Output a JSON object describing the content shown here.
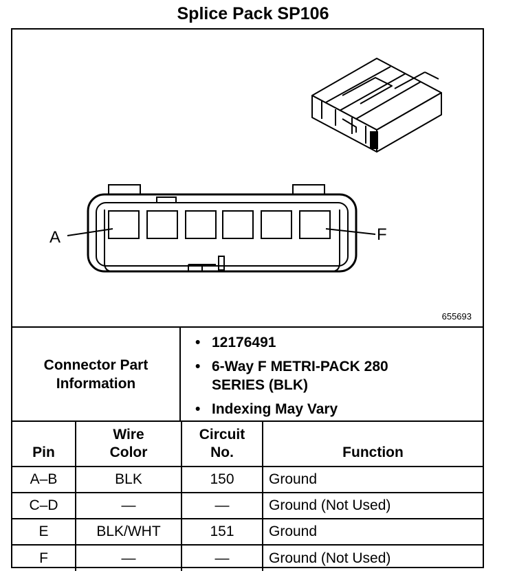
{
  "title": "Splice Pack SP106",
  "figure_id": "655693",
  "connector_labels": {
    "left": "A",
    "right": "F"
  },
  "connector_info": {
    "label_line1": "Connector Part",
    "label_line2": "Information",
    "items": [
      {
        "line1": "12176491",
        "line2": ""
      },
      {
        "line1": "6-Way F METRI-PACK 280",
        "line2": "SERIES (BLK)"
      },
      {
        "line1": "Indexing May Vary",
        "line2": ""
      }
    ]
  },
  "table": {
    "headers": {
      "pin": "Pin",
      "wire_color_line1": "Wire",
      "wire_color_line2": "Color",
      "circuit_line1": "Circuit",
      "circuit_line2": "No.",
      "function": "Function"
    },
    "rows": [
      {
        "pin": "A–B",
        "wire_color": "BLK",
        "circuit": "150",
        "function": "Ground"
      },
      {
        "pin": "C–D",
        "wire_color": "—",
        "circuit": "—",
        "function": "Ground (Not Used)"
      },
      {
        "pin": "E",
        "wire_color": "BLK/WHT",
        "circuit": "151",
        "function": "Ground"
      },
      {
        "pin": "F",
        "wire_color": "—",
        "circuit": "—",
        "function": "Ground (Not Used)"
      }
    ]
  }
}
